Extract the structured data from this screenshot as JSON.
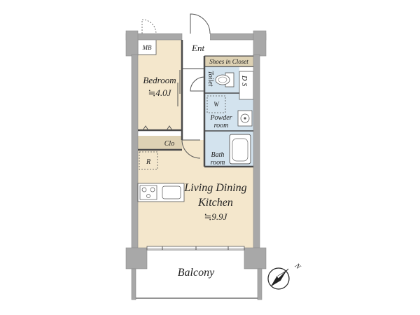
{
  "plan": {
    "rooms": {
      "mb": "MB",
      "entrance": "Ent",
      "shoes_closet": "Shoes in Closet",
      "toilet": "Toilet",
      "ds": "DS",
      "washer": "W",
      "powder_line1": "Powder",
      "powder_line2": "room",
      "bath_line1": "Bath",
      "bath_line2": "room",
      "bedroom_name": "Bedroom",
      "bedroom_size": "≒4.0J",
      "closet": "Clo",
      "refrigerator": "R",
      "ldk_line1": "Living Dining",
      "ldk_line2": "Kitchen",
      "ldk_size": "≒9.9J",
      "balcony": "Balcony"
    },
    "compass_label": "N",
    "colors": {
      "floor": "#f4e7cc",
      "shoes_closet": "#ded2b4",
      "closet": "#ded2b4",
      "wet_area": "#d3e3ee",
      "wall": "#a8a8a8"
    }
  }
}
